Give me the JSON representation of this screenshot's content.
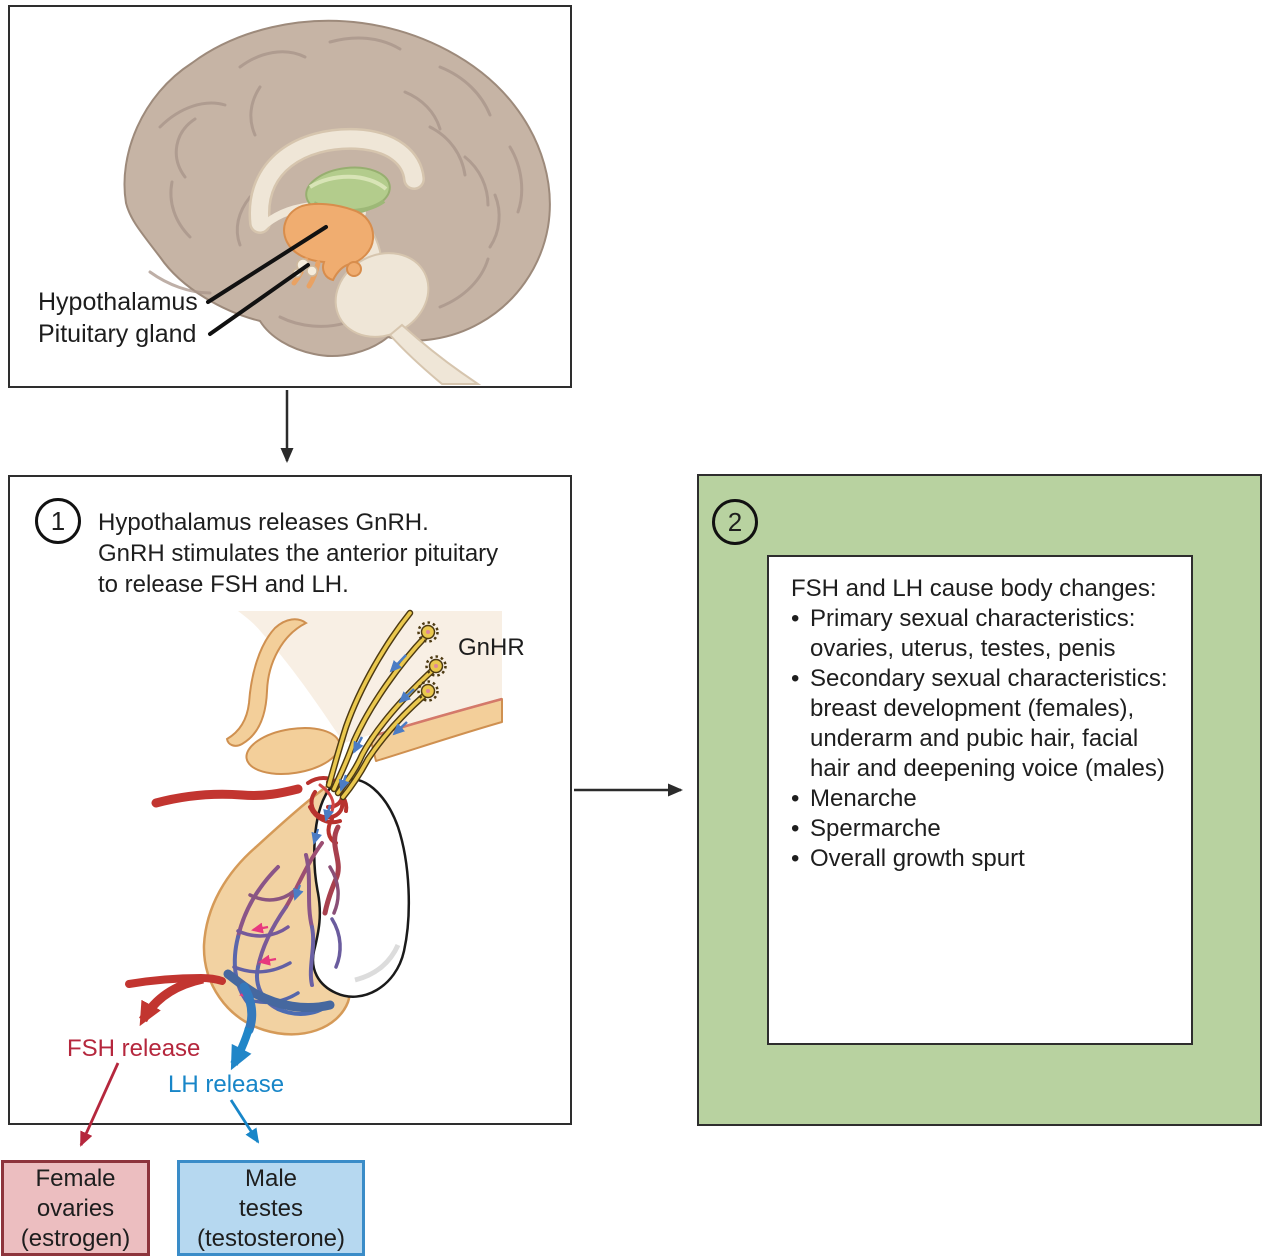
{
  "brain_panel": {
    "label_hypothalamus": "Hypothalamus",
    "label_pituitary": "Pituitary gland"
  },
  "step1": {
    "number": "1",
    "lines": [
      "Hypothalamus releases GnRH.",
      "GnRH stimulates the anterior pituitary",
      "to release FSH and LH."
    ],
    "gnhr_label": "GnHR",
    "fsh_release_label": "FSH release",
    "lh_release_label": "LH release"
  },
  "step2": {
    "number": "2",
    "heading": "FSH and LH cause body changes:",
    "bullet_glyph": "•",
    "bullets": [
      {
        "lines": [
          "Primary sexual characteristics:",
          "ovaries, uterus, testes, penis"
        ]
      },
      {
        "lines": [
          "Secondary sexual characteristics:",
          "breast development (females),",
          "underarm and pubic hair, facial",
          "hair and deepening voice (males)"
        ]
      },
      {
        "lines": [
          "Menarche"
        ]
      },
      {
        "lines": [
          "Spermarche"
        ]
      },
      {
        "lines": [
          "Overall growth spurt"
        ]
      }
    ]
  },
  "female_box": {
    "lines": [
      "Female",
      "ovaries",
      "(estrogen)"
    ]
  },
  "male_box": {
    "lines": [
      "Male",
      "testes",
      "(testosterone)"
    ]
  },
  "colors": {
    "green_bg": "#b8d2a0",
    "female_fill": "#ecbec0",
    "female_border": "#8d343c",
    "male_fill": "#b6d8f0",
    "male_border": "#3a8cc8",
    "fsh_red": "#b5273d",
    "lh_blue": "#1886c8",
    "panel_border": "#2e2e2e"
  }
}
